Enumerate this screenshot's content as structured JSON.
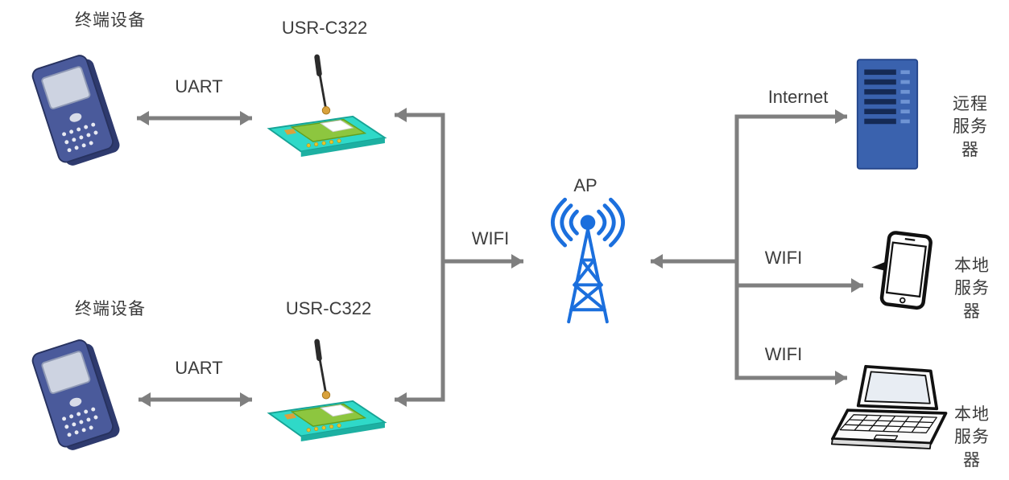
{
  "labels": {
    "terminal_top": "终端设备",
    "terminal_bottom": "终端设备",
    "module_top": "USR-C322",
    "module_bottom": "USR-C322",
    "uart_top": "UART",
    "uart_bottom": "UART",
    "wifi_left": "WIFI",
    "ap": "AP",
    "internet": "Internet",
    "wifi_right_top": "WIFI",
    "wifi_right_bottom": "WIFI",
    "remote_server": "远程\n服务器",
    "local_server_top": "本地\n服务器",
    "local_server_bottom": "本地\n服务器"
  },
  "icons": {
    "terminal_top": "handheld-terminal-icon",
    "terminal_bottom": "handheld-terminal-icon",
    "module_top": "wifi-module-board-icon",
    "module_bottom": "wifi-module-board-icon",
    "ap": "antenna-tower-icon",
    "remote_server": "server-rack-icon",
    "local_server_top": "tablet-icon",
    "local_server_bottom": "laptop-icon"
  },
  "colors": {
    "connector": "#7f7f7f",
    "ap_blue": "#1b6fdd",
    "server_blue": "#3a62ae",
    "module_teal": "#2fd9c8",
    "pcb_green": "#8dc63f",
    "device_navy": "#4a5a9b",
    "text": "#3c3c3c"
  }
}
